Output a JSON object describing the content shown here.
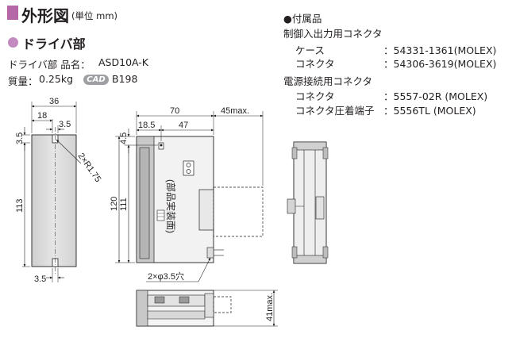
{
  "header": {
    "title": "外形図",
    "unit": "(単位 mm)"
  },
  "driver": {
    "heading": "ドライバ部",
    "spec_name_label": "ドライバ部 品名：",
    "spec_name_value": "ASD10A-K",
    "spec_mass_label": "質量：",
    "spec_mass_value": "0.25kg",
    "cad_badge": "CAD",
    "cad_code": "B198"
  },
  "accessories": {
    "heading": "●付属品",
    "groups": [
      {
        "title": "制御入出力用コネクタ",
        "rows": [
          {
            "label": "ケース",
            "value": "：54331-1361(MOLEX)"
          },
          {
            "label": "コネクタ",
            "value": "：54306-3619(MOLEX)"
          }
        ]
      },
      {
        "title": "電源接続用コネクタ",
        "rows": [
          {
            "label": "コネクタ",
            "value": "：5557-02R (MOLEX)"
          },
          {
            "label": "コネクタ圧着端子",
            "value": "：5556TL (MOLEX)"
          }
        ]
      }
    ]
  },
  "dimensions": {
    "side_width": "36",
    "side_offset": "18",
    "side_slot": "3.5",
    "side_top": "3.5",
    "side_height": "113",
    "side_bottom": "3.5",
    "radius": "2×R1.75",
    "front_width": "70",
    "front_left": "18.5",
    "front_inner": "47",
    "front_connector": "45max.",
    "front_top": "4.5",
    "front_total_height": "120",
    "front_height": "111",
    "holes": "2×φ3.5穴",
    "bottom_depth": "41max."
  },
  "labels": {
    "component_side": "(部品実装面)"
  },
  "colors": {
    "accent": "#b667a8",
    "bullet": "#c38ac0",
    "badge": "#9ea0a3",
    "line": "#231f20"
  }
}
